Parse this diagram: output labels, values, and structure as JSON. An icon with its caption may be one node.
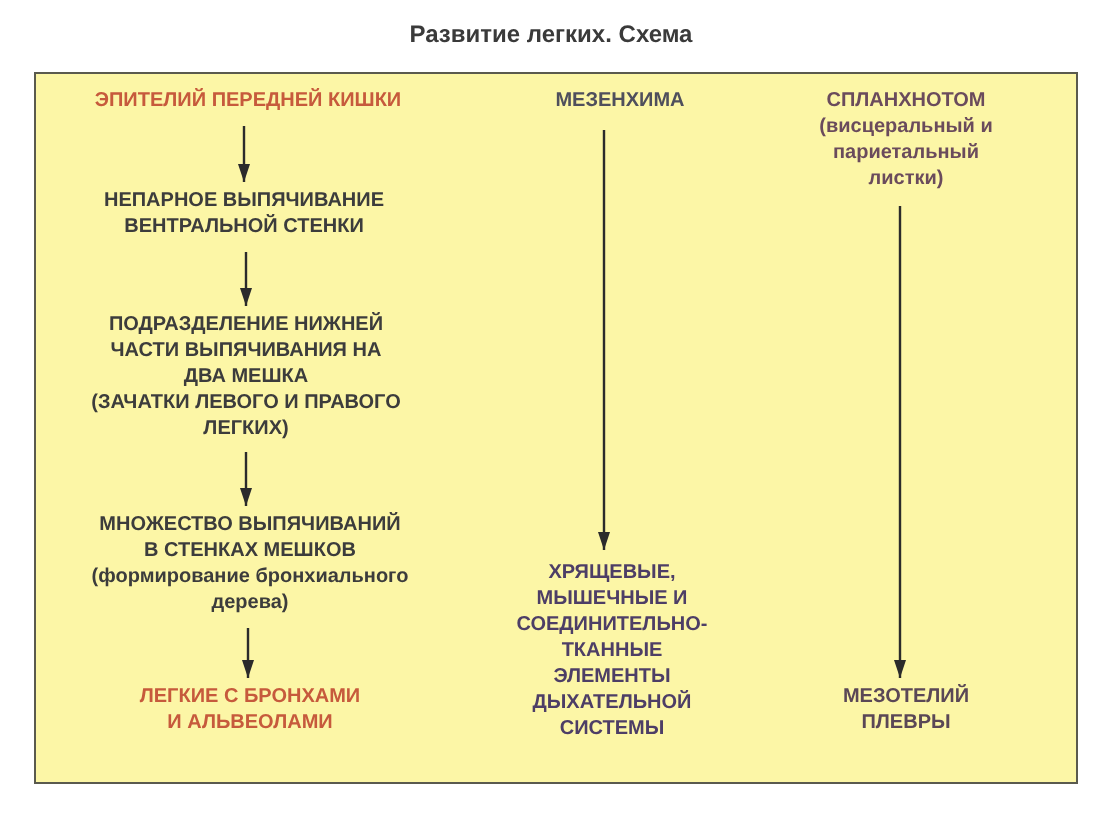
{
  "diagram": {
    "title": "Развитие легких. Схема",
    "nodes": [
      {
        "text": [
          "ЭПИТЕЛИЙ ПЕРЕДНЕЙ КИШКИ"
        ]
      },
      {
        "text": [
          "НЕПАРНОЕ ВЫПЯЧИВАНИЕ ВЕНТРАЛЬНОЙ СТЕНКИ"
        ]
      },
      {
        "text": [
          "ПОДРАЗДЕЛЕНИЕ НИЖНЕЙ ЧАСТИ ВЫПЯЧИВАНИЯ НА ДВА МЕШКА",
          "(ЗАЧАТКИ ЛЕВОГО И ПРАВОГО ЛЕГКИХ)"
        ]
      },
      {
        "text": [
          "МНОЖЕСТВО ВЫПЯЧИВАНИЙ В СТЕНКАХ МЕШКОВ",
          "(формирование бронхиального дерева)"
        ]
      },
      {
        "text": [
          "ЛЕГКИЕ С БРОНХАМИ И АЛЬВЕОЛАМИ"
        ]
      },
      {
        "text": [
          "МЕЗЕНХИМА"
        ]
      },
      {
        "text": [
          "ХРЯЩЕВЫЕ, МЫШЕЧНЫЕ И СОЕДИНИТЕЛЬНО-ТКАННЫЕ ЭЛЕМЕНТЫ ДЫХАТЕЛЬНОЙ СИСТЕМЫ"
        ]
      },
      {
        "text": [
          "СПЛАНХНОТОМ",
          "(висцеральный и париетальный листки)"
        ]
      },
      {
        "text": [
          "МЕЗОТЕЛИЙ ПЛЕВРЫ"
        ]
      }
    ],
    "edges": [
      {
        "from": 0,
        "to": 1,
        "arrow": "to"
      },
      {
        "from": 1,
        "to": 2,
        "arrow": "to"
      },
      {
        "from": 2,
        "to": 3,
        "arrow": "to"
      },
      {
        "from": 3,
        "to": 4,
        "arrow": "to"
      },
      {
        "from": 5,
        "to": 6,
        "arrow": "to"
      },
      {
        "from": 7,
        "to": 8,
        "arrow": "to"
      }
    ]
  }
}
